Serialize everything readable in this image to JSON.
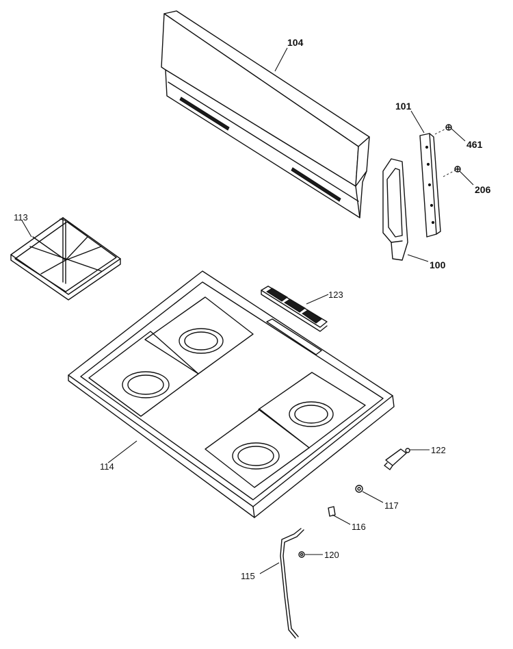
{
  "callouts": {
    "p104": "104",
    "p101": "101",
    "p461": "461",
    "p206": "206",
    "p100": "100",
    "p113": "113",
    "p123": "123",
    "p114": "114",
    "p122": "122",
    "p117": "117",
    "p116": "116",
    "p120": "120",
    "p115": "115"
  }
}
